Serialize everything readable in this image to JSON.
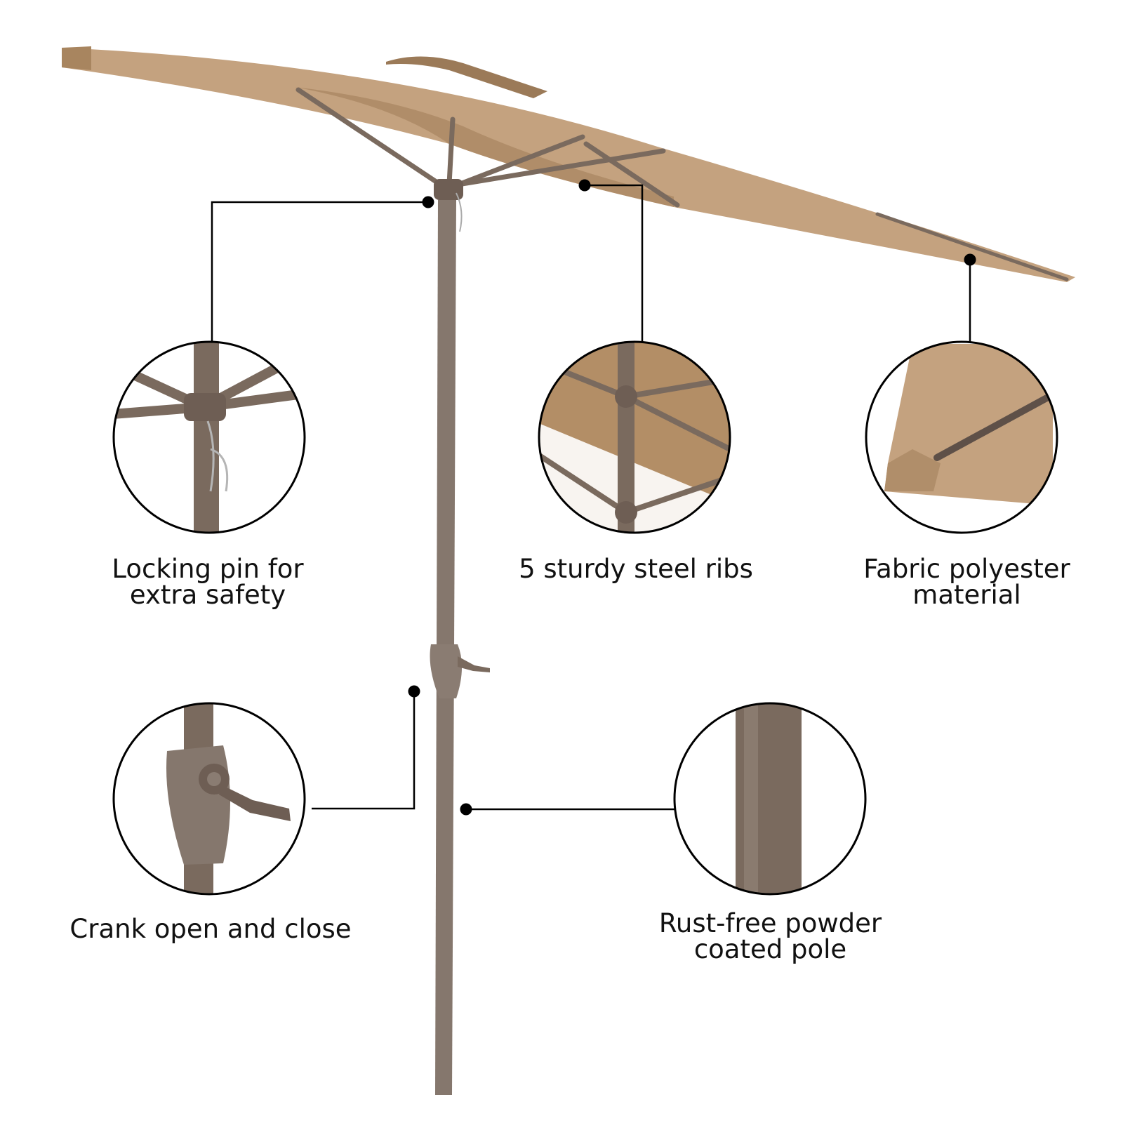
{
  "product": {
    "canopy_color": "#C4A27F",
    "canopy_shade_color": "#A8855F",
    "frame_color": "#7A6A5E",
    "frame_dark_color": "#5E5048",
    "leader_color": "#000000"
  },
  "callouts": [
    {
      "id": "locking-pin",
      "lines": [
        "Locking pin for",
        "extra safety"
      ]
    },
    {
      "id": "steel-ribs",
      "lines": [
        "5 sturdy steel ribs"
      ]
    },
    {
      "id": "fabric",
      "lines": [
        "Fabric polyester",
        "material"
      ]
    },
    {
      "id": "crank",
      "lines": [
        "Crank open and close"
      ]
    },
    {
      "id": "pole",
      "lines": [
        "Rust-free powder",
        "coated pole"
      ]
    }
  ]
}
